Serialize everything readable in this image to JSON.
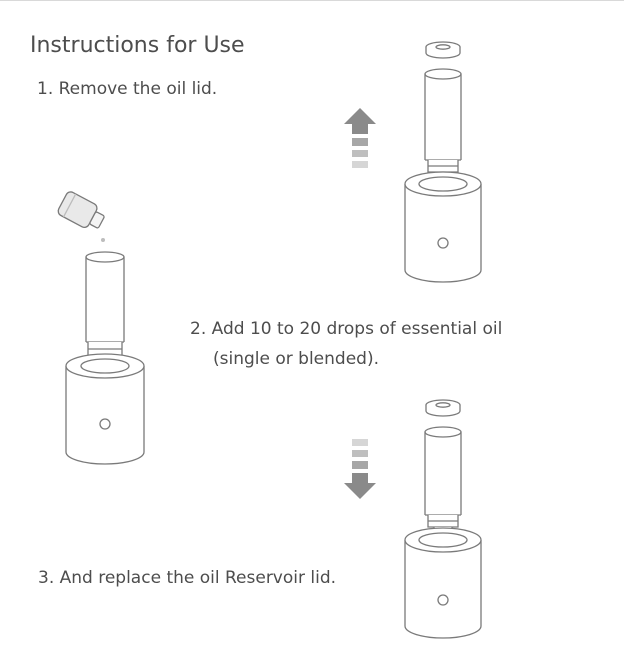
{
  "page": {
    "title": "Instructions for Use"
  },
  "steps": [
    {
      "text": "1. Remove the oil lid."
    },
    {
      "line1": "2. Add 10 to 20 drops of essential oil",
      "line2": "(single or blended)."
    },
    {
      "text": "3. And replace the oil Reservoir lid."
    }
  ],
  "colors": {
    "outline": "#777777",
    "arrow": "#8a8a8a",
    "text": "#4d4d4d"
  }
}
